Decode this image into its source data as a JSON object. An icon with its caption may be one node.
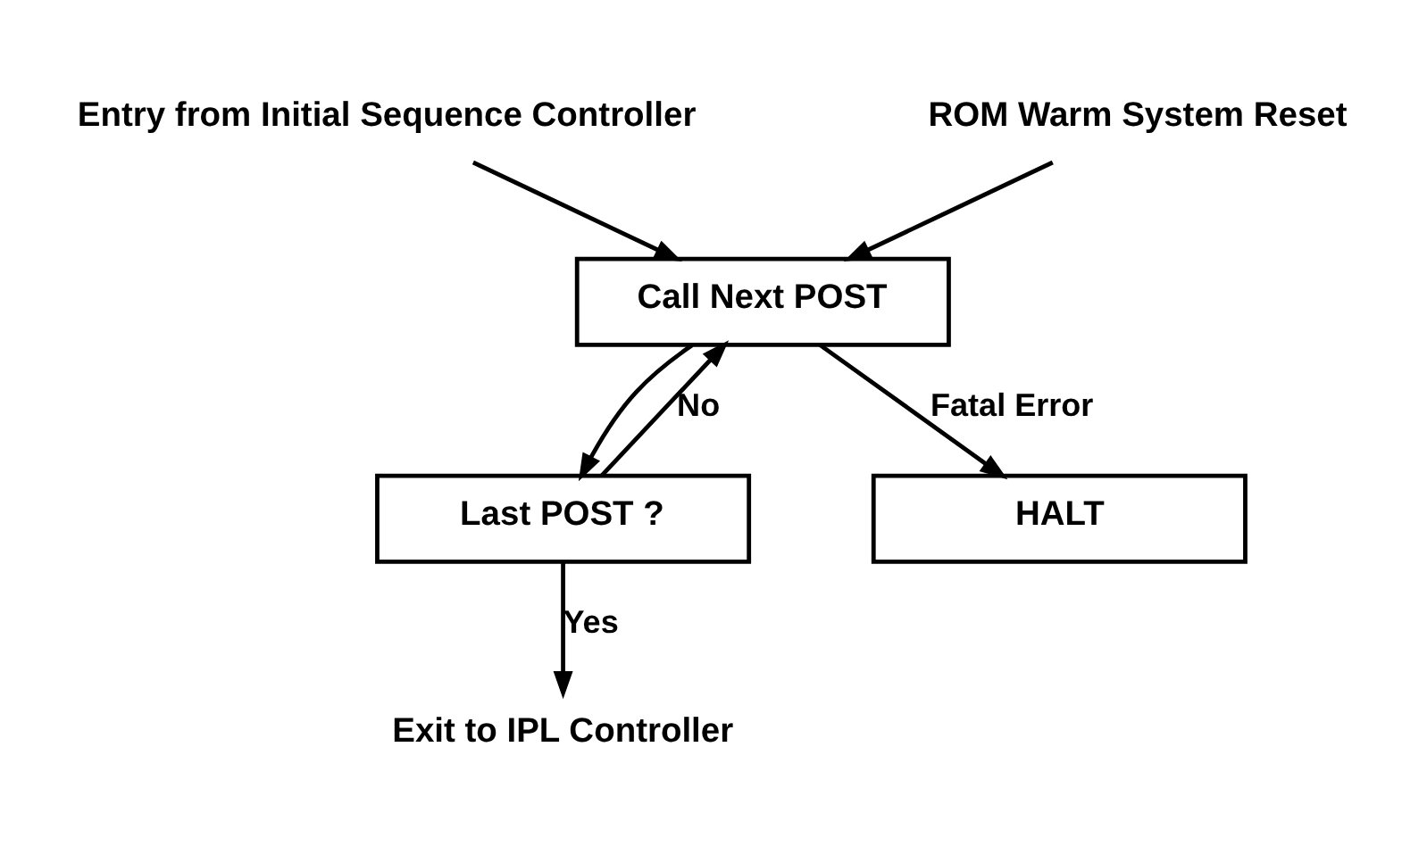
{
  "diagram": {
    "nodes": [
      {
        "text": [
          "Entry from Initial Sequence Controller"
        ]
      },
      {
        "text": [
          "ROM Warm System Reset"
        ]
      },
      {
        "text": [
          "Call Next POST"
        ]
      },
      {
        "text": [
          "Last POST ?"
        ]
      },
      {
        "text": [
          "HALT"
        ]
      },
      {
        "text": [
          "Exit to IPL Controller"
        ]
      }
    ],
    "edges": [
      {
        "from": 0,
        "to": 2,
        "arrow": "to"
      },
      {
        "from": 1,
        "to": 2,
        "arrow": "to"
      },
      {
        "from": 2,
        "to": 4,
        "arrow": "to",
        "label": "Fatal Error"
      },
      {
        "from": 2,
        "to": 3,
        "arrow": "to"
      },
      {
        "from": 3,
        "to": 2,
        "arrow": "to",
        "label": "No"
      },
      {
        "from": 3,
        "to": 5,
        "arrow": "to",
        "label": "Yes"
      }
    ]
  }
}
